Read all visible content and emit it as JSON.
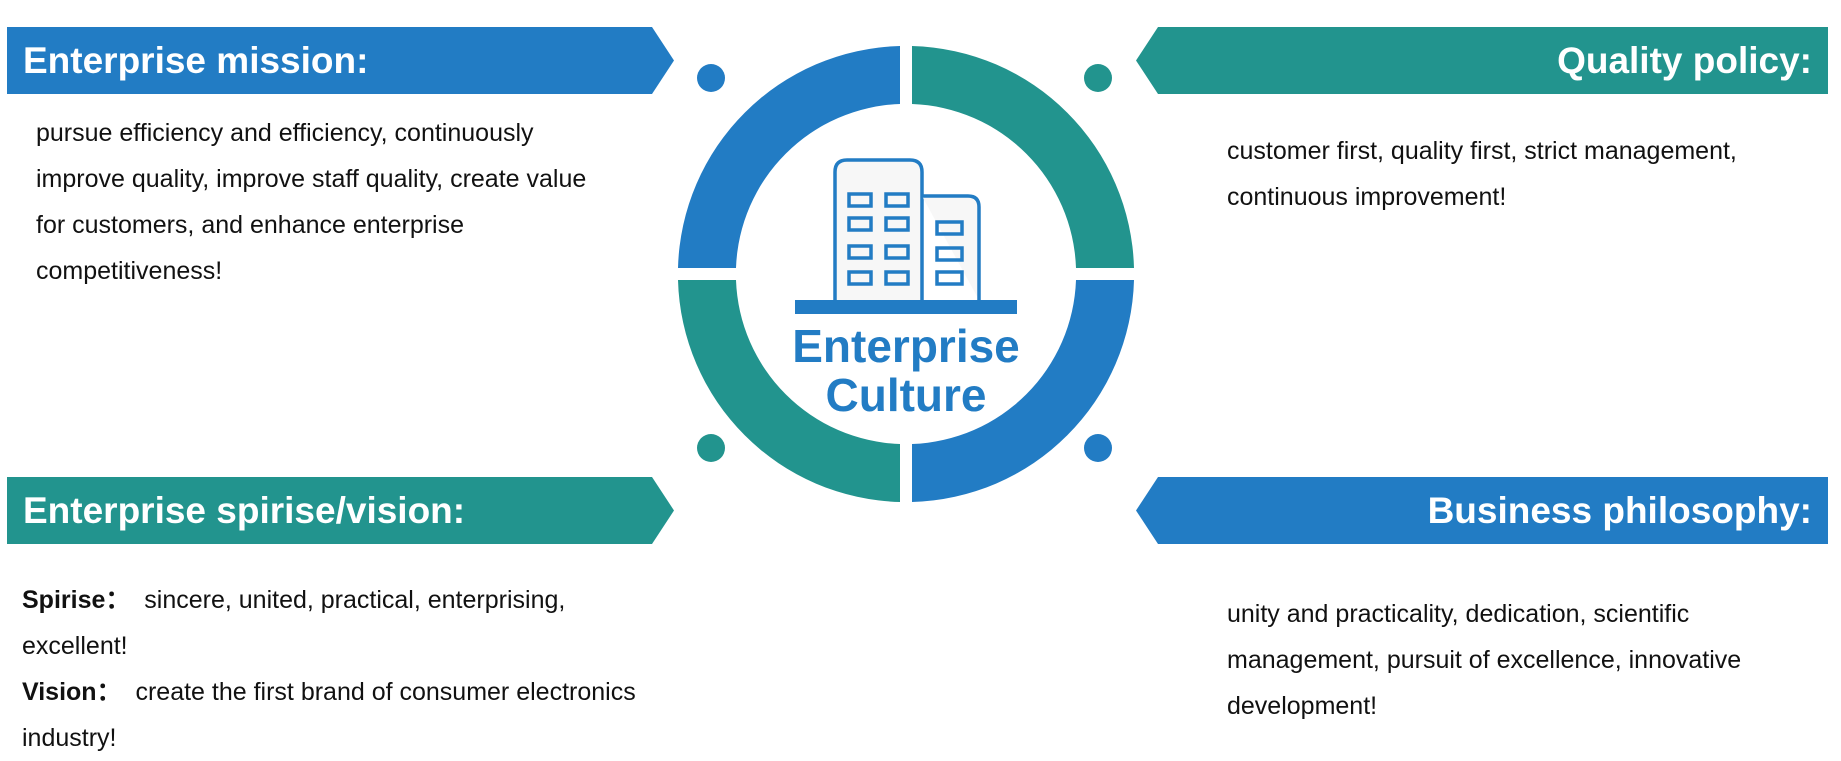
{
  "colors": {
    "blue": "#227CC4",
    "teal": "#22948E"
  },
  "center": {
    "line1": "Enterprise",
    "line2": "Culture",
    "icon": "building-icon"
  },
  "mission": {
    "title": "Enterprise mission:",
    "text": "pursue efficiency and efficiency, continuously improve quality, improve staff quality, create value for customers, and enhance enterprise competitiveness!"
  },
  "quality": {
    "title": "Quality policy:",
    "text": "customer first, quality first, strict management, continuous improvement!"
  },
  "vision": {
    "title": "Enterprise spirise/vision:",
    "spirise_label": "Spirise：",
    "spirise_text": "sincere, united, practical, enterprising, excellent!",
    "vision_label": "Vision：",
    "vision_text": "create the first brand of consumer electronics industry!"
  },
  "philosophy": {
    "title": "Business philosophy:",
    "text": "unity and practicality, dedication, scientific management, pursuit of excellence, innovative development!"
  }
}
